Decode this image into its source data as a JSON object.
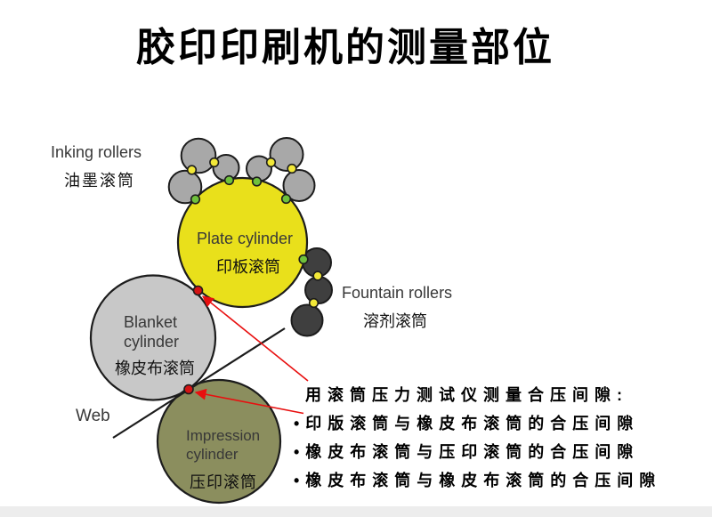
{
  "title": "胶印印刷机的测量部位",
  "diagram": {
    "inking_rollers": {
      "label_en": "Inking rollers",
      "label_zh": "油墨滚筒",
      "color": "#a8a8a8"
    },
    "plate_cylinder": {
      "label_en": "Plate cylinder",
      "label_zh": "印板滚筒",
      "color": "#e9e01b"
    },
    "blanket_cylinder": {
      "label_en_line1": "Blanket",
      "label_en_line2": "cylinder",
      "label_zh": "橡皮布滚筒",
      "color": "#c8c8c8"
    },
    "impression_cylinder": {
      "label_en_line1": "Impression",
      "label_en_line2": "cylinder",
      "label_zh": "压印滚筒",
      "color": "#8b8e5e"
    },
    "fountain_rollers": {
      "label_en": "Fountain rollers",
      "label_zh": "溶剂滚筒",
      "color": "#3f3f3f"
    },
    "web": {
      "label": "Web"
    },
    "colors": {
      "contact_yellow": "#f2e838",
      "contact_green": "#6fc13c",
      "contact_red": "#d41414",
      "arrow_red": "#e80f0f",
      "outline": "#1c1c1c"
    }
  },
  "annotation": {
    "header": "用滚筒压力测试仪测量合压间隙:",
    "bullets": [
      "•印版滚筒与橡皮布滚筒的合压间隙",
      "•橡皮布滚筒与压印滚筒的合压间隙",
      "•橡皮布滚筒与橡皮布滚筒的合压间隙"
    ]
  }
}
